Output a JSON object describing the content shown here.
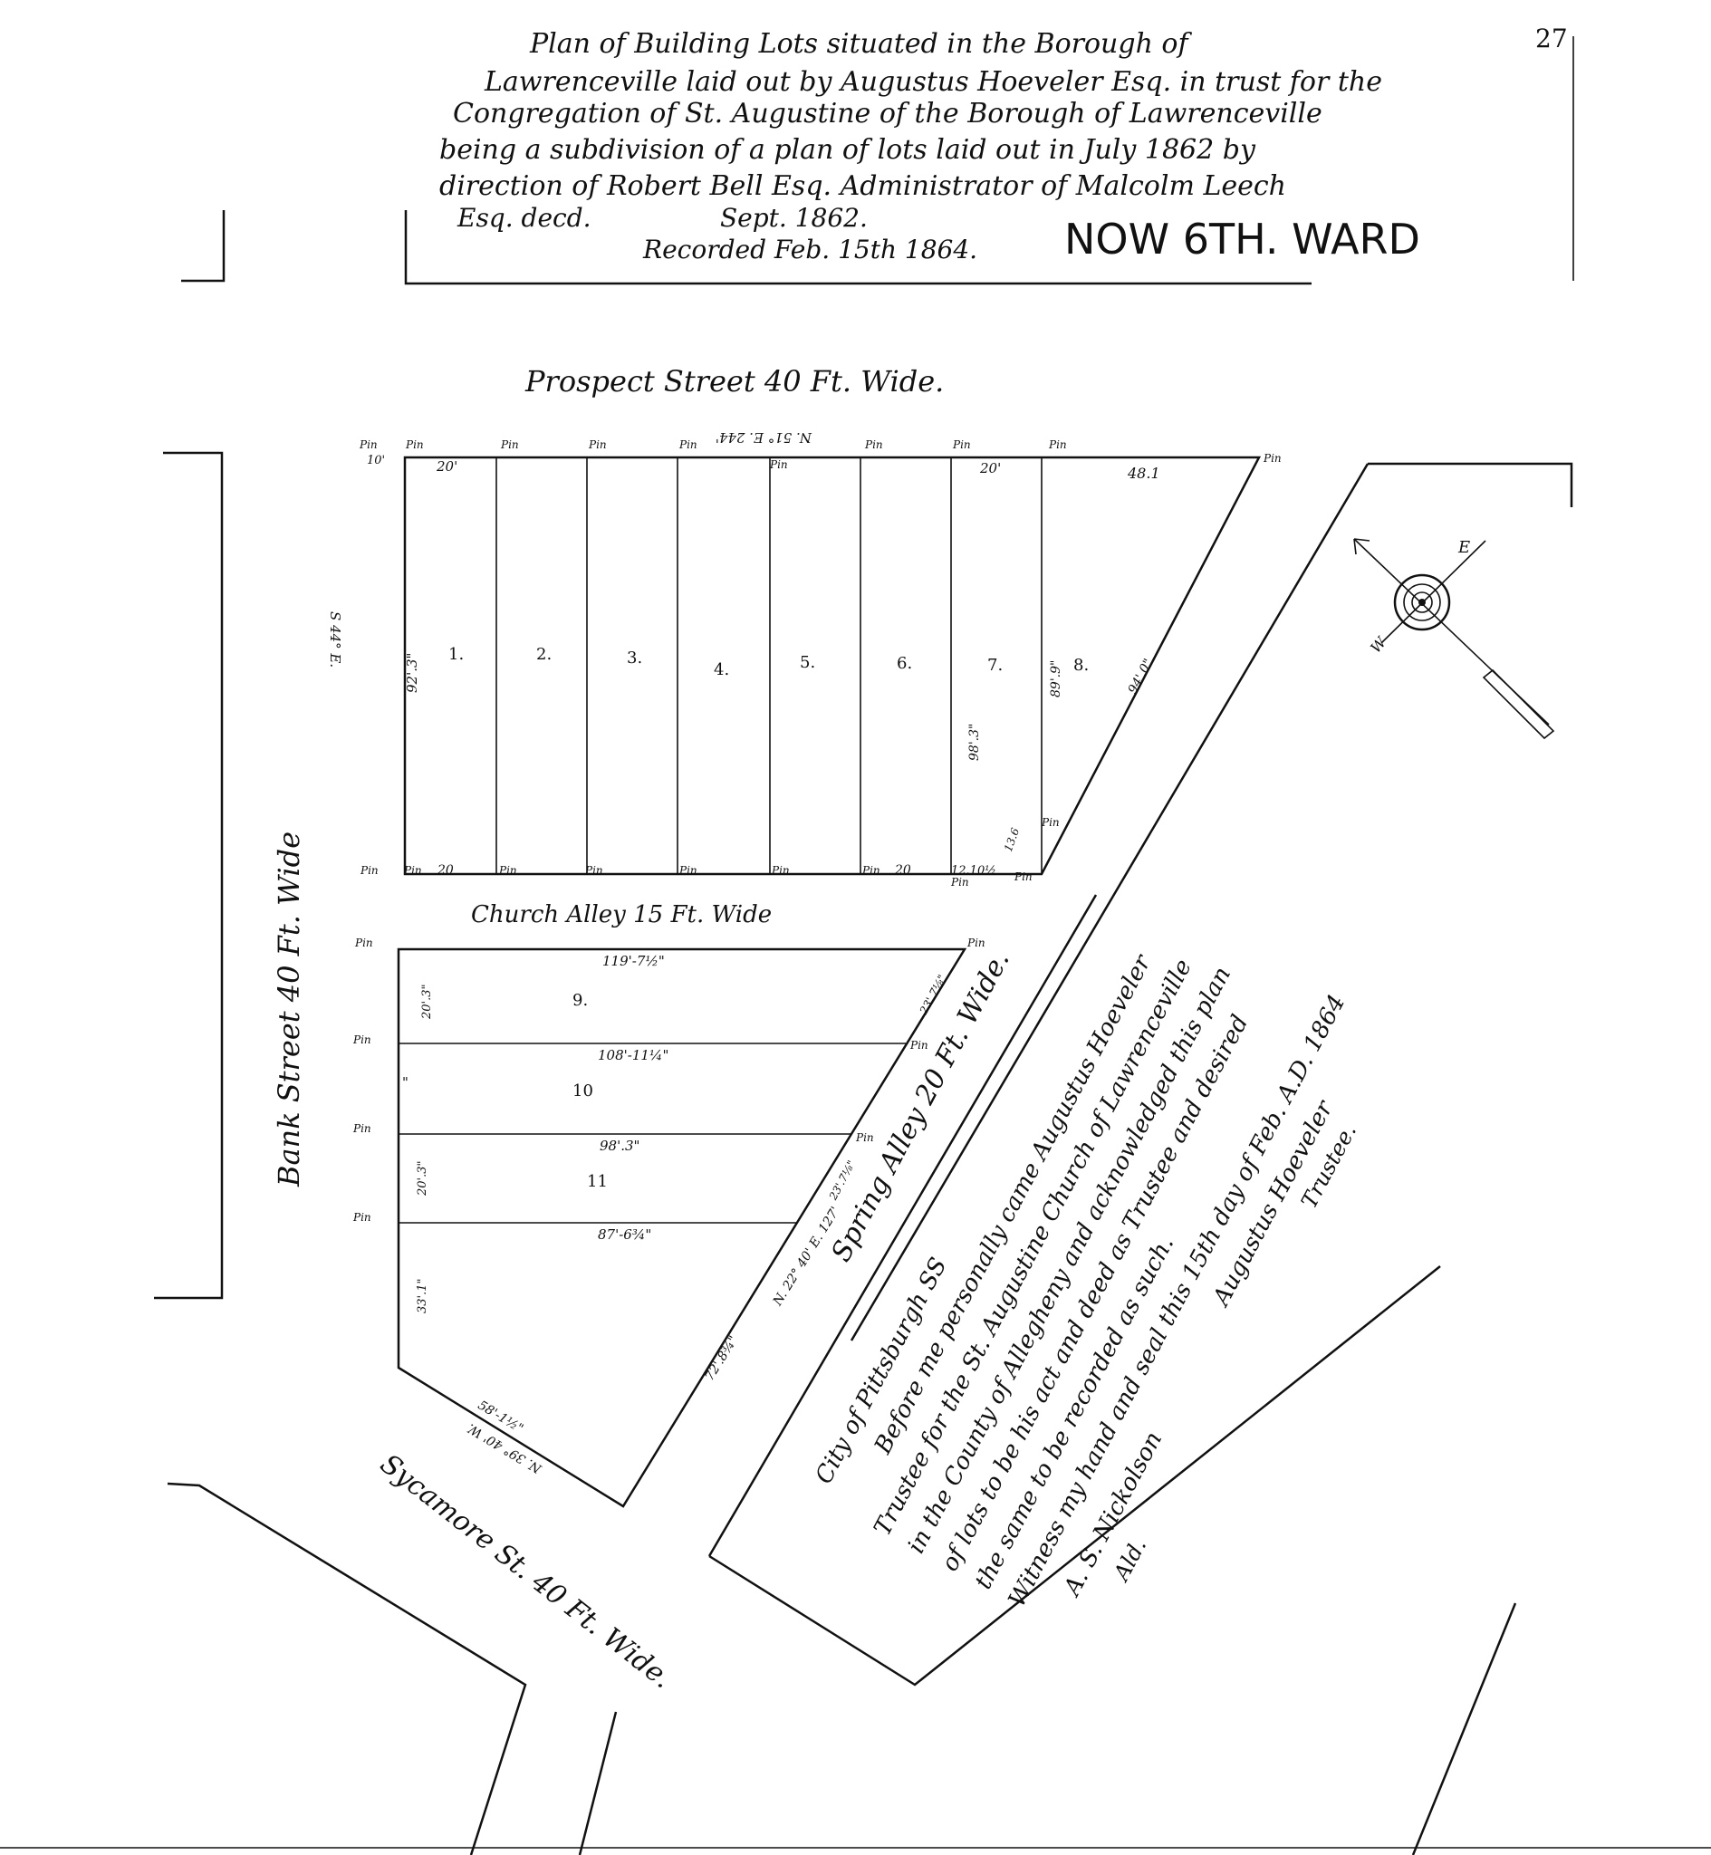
{
  "sheet_number": "27",
  "title": {
    "line1": "Plan of Building Lots situated in the Borough of",
    "line2": "Lawrenceville laid out by Augustus Hoeveler Esq. in trust for the",
    "line3": "Congregation of St. Augustine of the Borough of Lawrenceville",
    "line4": "being a subdivision of a plan of lots laid out in July 1862 by",
    "line5": "direction of Robert Bell Esq. Administrator of Malcolm Leech",
    "line6": "Esq. decd.",
    "date": "Sept. 1862.",
    "recorded": "Recorded Feb. 15th 1864.",
    "stamp": "NOW 6TH. WARD"
  },
  "streets": {
    "prospect": "Prospect Street 40 Ft. Wide.",
    "bank": "Bank Street 40 Ft. Wide",
    "church_alley": "Church Alley 15 Ft. Wide",
    "spring_alley": "Spring Alley 20 Ft. Wide.",
    "sycamore": "Sycamore St. 40 Ft. Wide."
  },
  "compass": {
    "north": "N",
    "east": "E",
    "west": "W"
  },
  "pin_label": "Pin",
  "ditto": "\"",
  "lots_upper": [
    "1.",
    "2.",
    "3.",
    "4.",
    "5.",
    "6.",
    "7.",
    "8."
  ],
  "lots_lower": [
    "9.",
    "10",
    "11"
  ],
  "dimensions": {
    "top_front": "20'",
    "top_front_7": "20'",
    "top_bearing": "N. 51° E. 244'",
    "top_end": "48.1",
    "left_side": "92'.3\"",
    "left_bearing": "S 44° E.",
    "left_offset": "10'",
    "lot7_depth": "89'.9\"",
    "lot6_depth": "98'.3\"",
    "lot8_depth": "94'.0\"",
    "bottom_front_1": "20",
    "bottom_front_6": "20",
    "bottom_front_7": "12.10½",
    "bottom_corner": "13.6",
    "lot9_top": "119'-7½\"",
    "lot9_left": "20'.3\"",
    "lot10_top": "108'-11¼\"",
    "lot11_top": "98'.3\"",
    "lot11_left": "20'.3\"",
    "lot12_top": "87'-6¾\"",
    "lower_left": "33'.1\"",
    "lower_bottom": "58'-1½\"",
    "lower_bottom_bearing": "N. 39° 40' W.",
    "lower_diag": "72'.8¾\"",
    "lower_diag_bearing": "N. 22° 40' E. 127'",
    "right_step_1": "23'.7⅛\"",
    "right_step_2": "23'.7⅛\""
  },
  "acknowledgement": {
    "line1": "City of Pittsburgh SS",
    "line2": "Before me personally came Augustus Hoeveler",
    "line3": "Trustee for the St. Augustine Church of Lawrenceville",
    "line4": "in the County of Allegheny and acknowledged this plan",
    "line5": "of lots to be his act and deed as Trustee and desired",
    "line6": "the same to be recorded as such.",
    "line7": "Witness my hand and seal this 15th day of Feb. A.D. 1864",
    "signer": "Augustus Hoeveler",
    "signer_title": "Trustee.",
    "witness": "A. S. Nickolson",
    "witness_title": "Ald."
  }
}
